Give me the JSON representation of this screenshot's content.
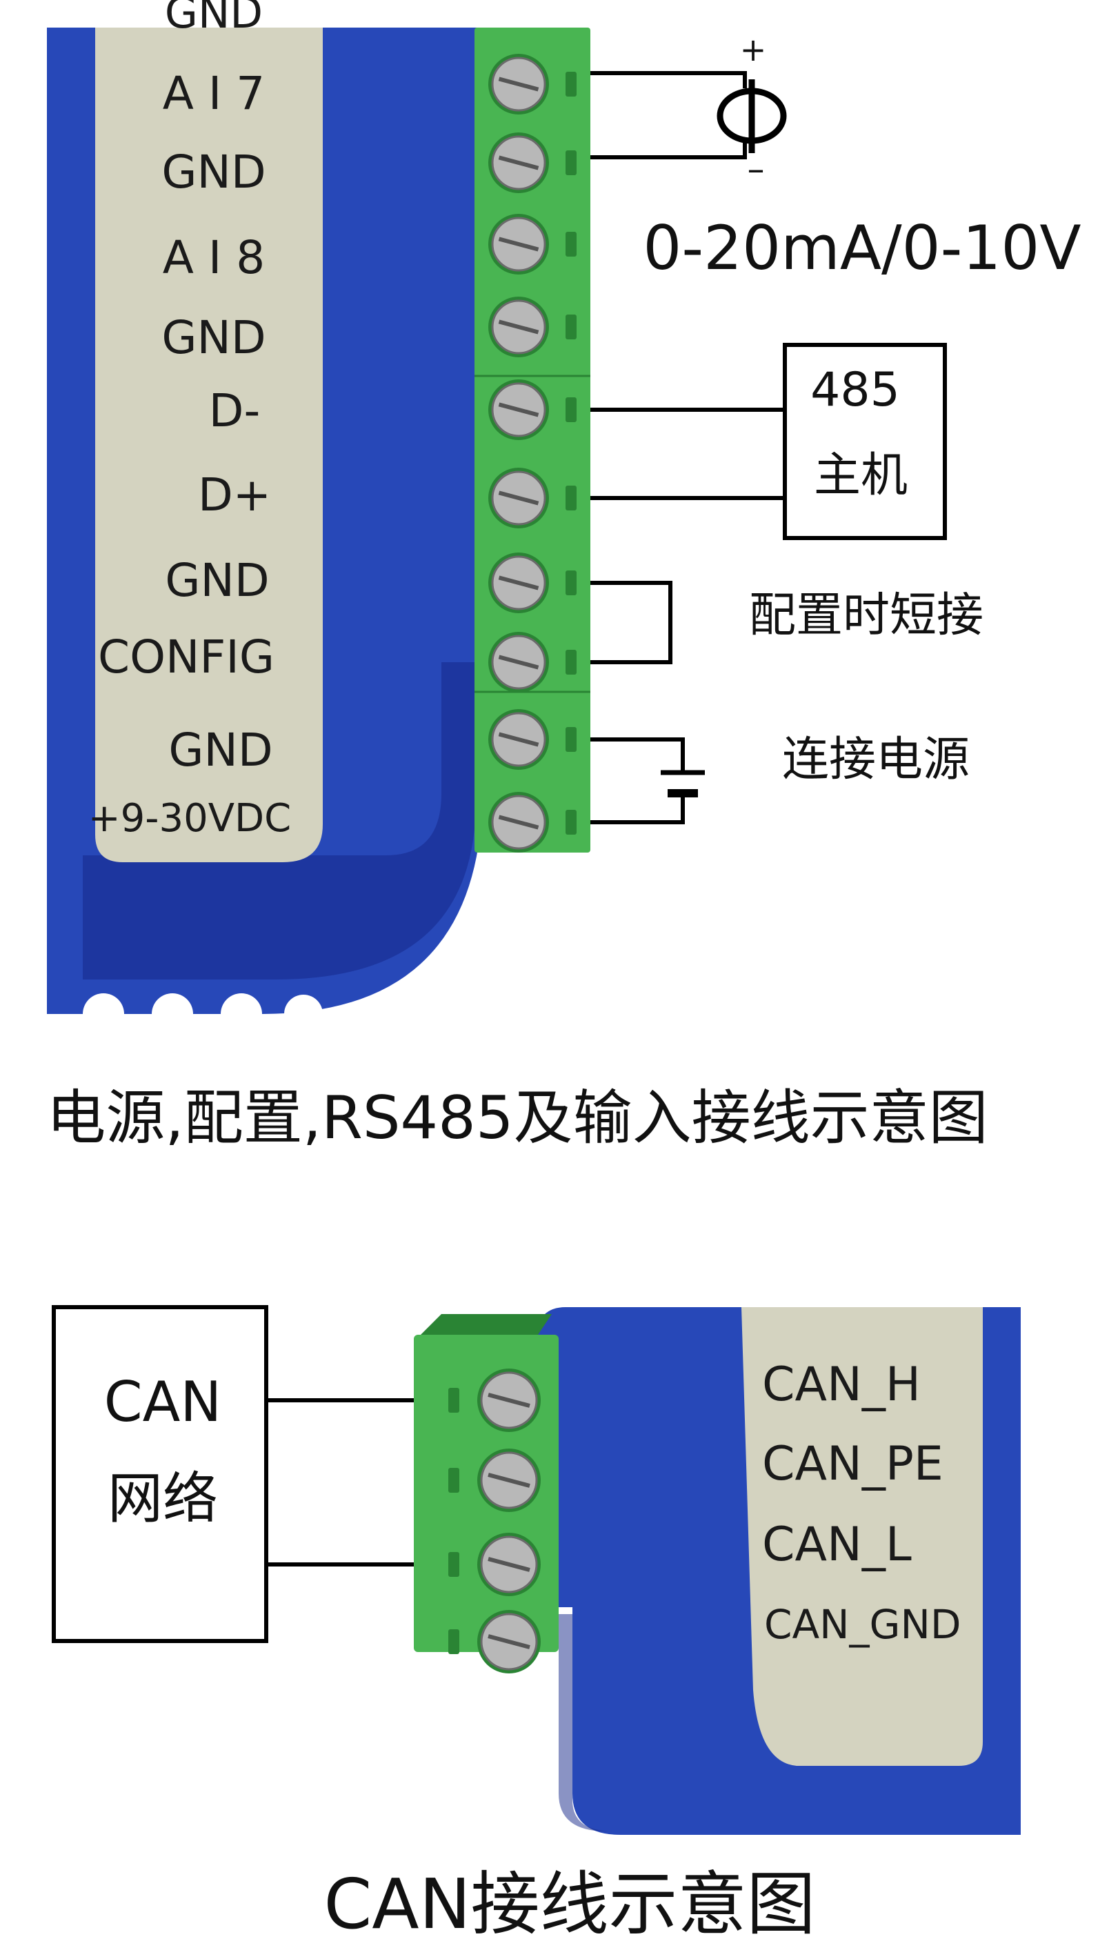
{
  "colors": {
    "housing_blue": "#2748b8",
    "housing_blue_dark": "#15288a",
    "label_plate": "#d4d3c0",
    "terminal_green": "#49b552",
    "terminal_green_dark": "#2a8434",
    "screw_silver": "#b8b8b8"
  },
  "top_module": {
    "pins": [
      {
        "label": "GND"
      },
      {
        "label": "A I 7"
      },
      {
        "label": "GND"
      },
      {
        "label": "A I 8"
      },
      {
        "label": "GND"
      },
      {
        "label": "D-"
      },
      {
        "label": "D+"
      },
      {
        "label": "GND"
      },
      {
        "label": "CONFIG"
      },
      {
        "label": "GND"
      },
      {
        "label": "+9-30VDC"
      }
    ],
    "source_plus": "+",
    "source_minus": "–",
    "input_range": "0-20mA/0-10V",
    "host_box": {
      "line1": "485",
      "line2": "主机"
    },
    "config_note": "配置时短接",
    "power_note": "连接电源",
    "caption": "电源,配置,RS485及输入接线示意图"
  },
  "bottom_module": {
    "pins": [
      {
        "label": "CAN_H"
      },
      {
        "label": "CAN_PE"
      },
      {
        "label": "CAN_L"
      },
      {
        "label": "CAN_GND"
      }
    ],
    "network_box": {
      "line1": "CAN",
      "line2": "网络"
    },
    "caption": "CAN接线示意图"
  }
}
